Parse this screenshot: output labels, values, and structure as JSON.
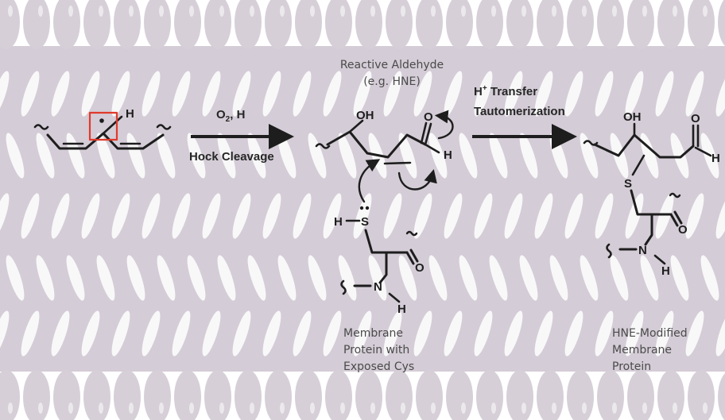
{
  "colors": {
    "membrane": "#d4ccd6",
    "lipid_head": "#d6cfd8",
    "ink": "#1d1d1d",
    "highlight_box": "#e03a2c"
  },
  "labels": {
    "reactive_aldehyde": [
      "Reactive Aldehyde",
      "(e.g. HNE)"
    ],
    "membrane_protein": [
      "Membrane",
      "Protein with",
      "Exposed Cys"
    ],
    "hne_modified": [
      "HNE-Modified",
      "Membrane",
      "Protein"
    ]
  },
  "conditions": {
    "o2_main": "O",
    "o2_sub": "2",
    "o2_rest": ", H",
    "hock": "Hock Cleavage",
    "h_plus_main": "H",
    "h_plus_sup": "+",
    "transfer": "Transfer",
    "tautomerization": "Tautomerization"
  },
  "atoms": {
    "radical_h": "H",
    "oh": "OH",
    "aldehyde_o": "O",
    "aldehyde_h": "H",
    "thiol_h": "H",
    "sulfur": "S",
    "carbonyl_o": "O",
    "amine_n": "N",
    "amine_h": "H",
    "product_oh": "OH",
    "product_o": "O",
    "product_h": "H",
    "product_s": "S",
    "product_o2": "O",
    "product_n": "N",
    "product_nh": "H"
  }
}
